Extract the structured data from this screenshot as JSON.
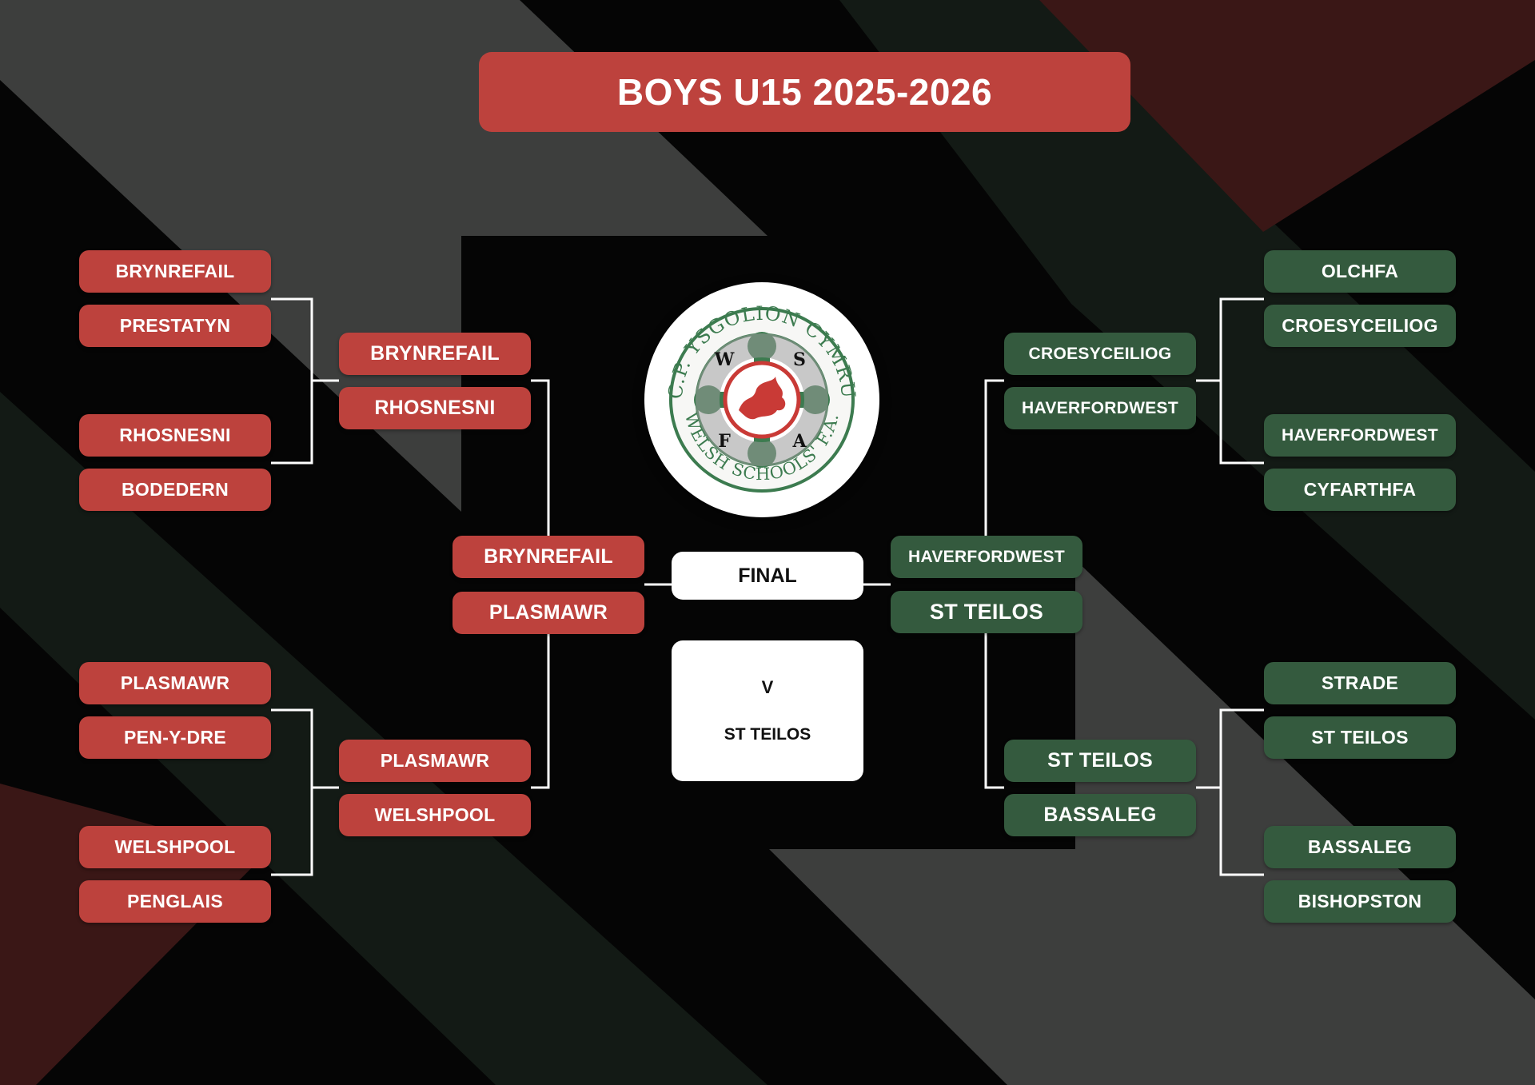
{
  "title": "BOYS U15 2025-2026",
  "colors": {
    "red_side": "#bd423d",
    "green_side": "#345a3e",
    "background": "#050505",
    "connector": "#ffffff"
  },
  "logo": {
    "icon": "welsh-schools-fa-crest-icon",
    "text_top": "C.P. YSGOLION CYMRU",
    "text_bottom": "WELSH SCHOOLS' F.A.",
    "letters": [
      "W",
      "S",
      "F",
      "A"
    ]
  },
  "left": {
    "round1": [
      "BRYNREFAIL",
      "PRESTATYN",
      "RHOSNESNI",
      "BODEDERN",
      "PLASMAWR",
      "PEN-Y-DRE",
      "WELSHPOOL",
      "PENGLAIS"
    ],
    "quarter": [
      "BRYNREFAIL",
      "RHOSNESNI",
      "PLASMAWR",
      "WELSHPOOL"
    ],
    "semi": [
      "BRYNREFAIL",
      "PLASMAWR"
    ]
  },
  "right": {
    "round1": [
      "OLCHFA",
      "CROESYCEILIOG",
      "HAVERFORDWEST",
      "CYFARTHFA",
      "STRADE",
      "ST TEILOS",
      "BASSALEG",
      "BISHOPSTON"
    ],
    "quarter": [
      "CROESYCEILIOG",
      "HAVERFORDWEST",
      "ST TEILOS",
      "BASSALEG"
    ],
    "semi": [
      "HAVERFORDWEST",
      "ST TEILOS"
    ]
  },
  "final": {
    "label": "FINAL",
    "versus": "V",
    "team_home": "",
    "team_away": "ST TEILOS"
  }
}
